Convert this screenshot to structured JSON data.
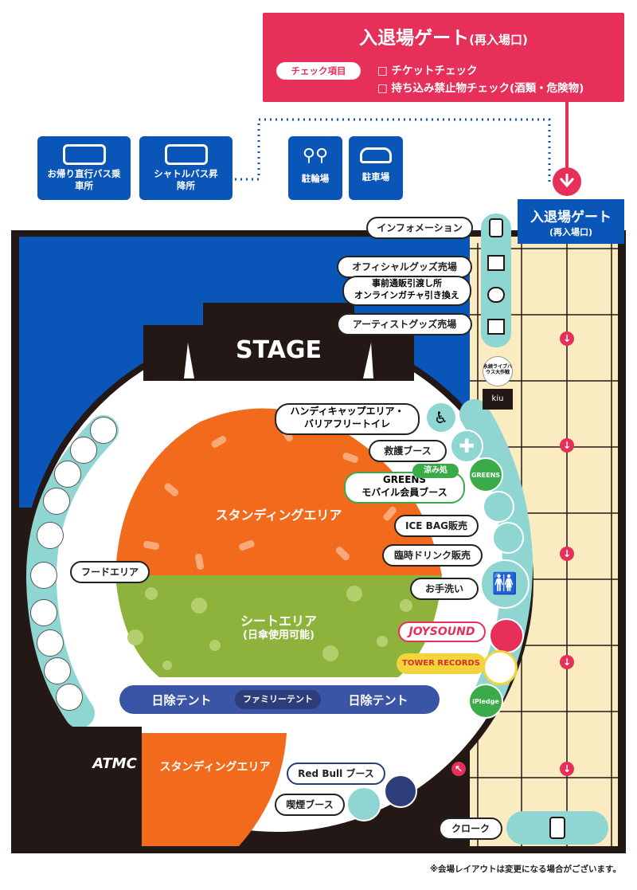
{
  "gate_box": {
    "title": "入退場ゲート",
    "title_sub": "(再入場口)",
    "check_label": "チェック項目",
    "items": [
      "□ チケットチェック",
      "□ 持ち込み禁止物チェック(酒類・危険物)"
    ]
  },
  "transport": {
    "bus_direct": "お帰り直行バス乗車所",
    "shuttle": "シャトルバス昇降所",
    "bicycle": "駐輪場",
    "parking": "駐車場"
  },
  "gate_label": {
    "title": "入退場ゲート",
    "sub": "(再入場口)"
  },
  "right_labels": {
    "info": "インフォメーション",
    "official_goods": "オフィシャルグッズ売場",
    "preorder": "事前通販引渡し所",
    "gacha": "オンラインガチャ引き換え",
    "artist_goods": "アーティストグッズ売場"
  },
  "sponsor_small": [
    "永続ライブハウス大作戦",
    "kiu"
  ],
  "stage": "STAGE",
  "zones": {
    "standing": "スタンディングエリア",
    "seat": "シートエリア",
    "seat_sub": "(日傘使用可能)",
    "tent_left": "日除テント",
    "tent_family": "ファミリーテント",
    "tent_right": "日除テント",
    "atmc": "ATMC",
    "standing2": "スタンディングエリア"
  },
  "inner_labels": {
    "handicap_1": "ハンディキャップエリア・",
    "handicap_2": "バリアフリートイレ",
    "first_aid": "救護ブース",
    "cool": "涼み処",
    "greens_1": "GREENS",
    "greens_2": "モバイル会員ブース",
    "icebag": "ICE BAG販売",
    "drink": "臨時ドリンク販売",
    "toilet": "お手洗い",
    "food": "フードエリア",
    "redbull": "Red Bull ブース",
    "smoking": "喫煙ブース",
    "cloak": "クローク"
  },
  "logos": {
    "joysound": "JOYSOUND",
    "tower": "TOWER RECORDS",
    "greens_logo": "GREENS",
    "ipledge": "iPledge"
  },
  "note": "※会場レイアウトは変更になる場合がございます。",
  "colors": {
    "blue": "#0a56b8",
    "orange": "#f26a1b",
    "green": "#8db33d",
    "teal": "#8fd6d3",
    "pink": "#e6305a",
    "cream": "#faecc0",
    "dark": "#231815"
  }
}
